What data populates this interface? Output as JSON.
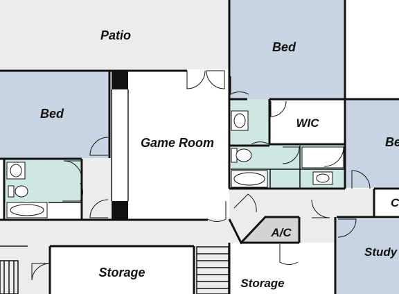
{
  "floor_plan": {
    "rooms": {
      "patio": "Patio",
      "bed_top": "Bed",
      "bed_left": "Bed",
      "bed_right": "Be",
      "game_room": "Game Room",
      "wic": "WIC",
      "storage_left": "Storage",
      "storage_right": "Storage",
      "ac": "A/C",
      "study": "Study",
      "closet_partial": "C"
    },
    "colors": {
      "bedroom": "#c9d4e3",
      "bathroom": "#cfe7e3",
      "patio": "#ececec",
      "hallway": "#ececec",
      "utility": "#d4d4d4",
      "room_white": "#ffffff",
      "wall": "#111111"
    }
  }
}
